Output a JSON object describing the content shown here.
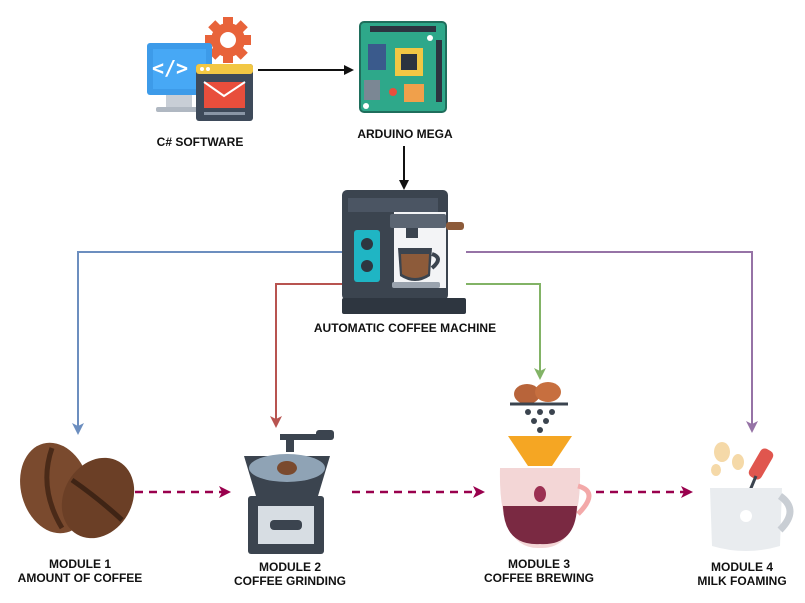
{
  "nodes": {
    "software": {
      "label": "C# SOFTWARE",
      "icon": "code-monitor-icon"
    },
    "arduino": {
      "label": "ARDUINO MEGA",
      "icon": "circuit-board-icon"
    },
    "machine": {
      "label": "AUTOMATIC COFFEE MACHINE",
      "icon": "espresso-machine-icon"
    },
    "module1": {
      "line1": "MODULE 1",
      "line2": "AMOUNT OF COFFEE",
      "icon": "coffee-beans-icon"
    },
    "module2": {
      "line1": "MODULE 2",
      "line2": "COFFEE GRINDING",
      "icon": "coffee-grinder-icon"
    },
    "module3": {
      "line1": "MODULE 3",
      "line2": "COFFEE BREWING",
      "icon": "pour-over-icon"
    },
    "module4": {
      "line1": "MODULE 4",
      "line2": "MILK FOAMING",
      "icon": "milk-frother-icon"
    }
  },
  "colors": {
    "control_arrow": "#111111",
    "module1_arrow": "#6c8ebf",
    "module2_arrow": "#b85450",
    "module3_arrow": "#82b366",
    "module4_arrow": "#9673a6",
    "sequence_arrow": "#99004d"
  }
}
